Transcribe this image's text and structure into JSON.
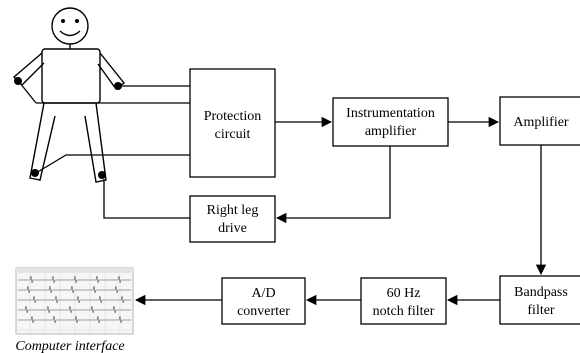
{
  "blocks": {
    "protection": {
      "line1": "Protection",
      "line2": "circuit"
    },
    "instrumentation": {
      "line1": "Instrumentation",
      "line2": "amplifier"
    },
    "amplifier": {
      "line1": "Amplifier"
    },
    "right_leg": {
      "line1": "Right leg",
      "line2": "drive"
    },
    "bandpass": {
      "line1": "Bandpass",
      "line2": "filter"
    },
    "notch": {
      "line1": "60 Hz",
      "line2": "notch filter"
    },
    "adc": {
      "line1": "A/D",
      "line2": "converter"
    }
  },
  "computer_interface": {
    "caption": "Computer interface"
  }
}
